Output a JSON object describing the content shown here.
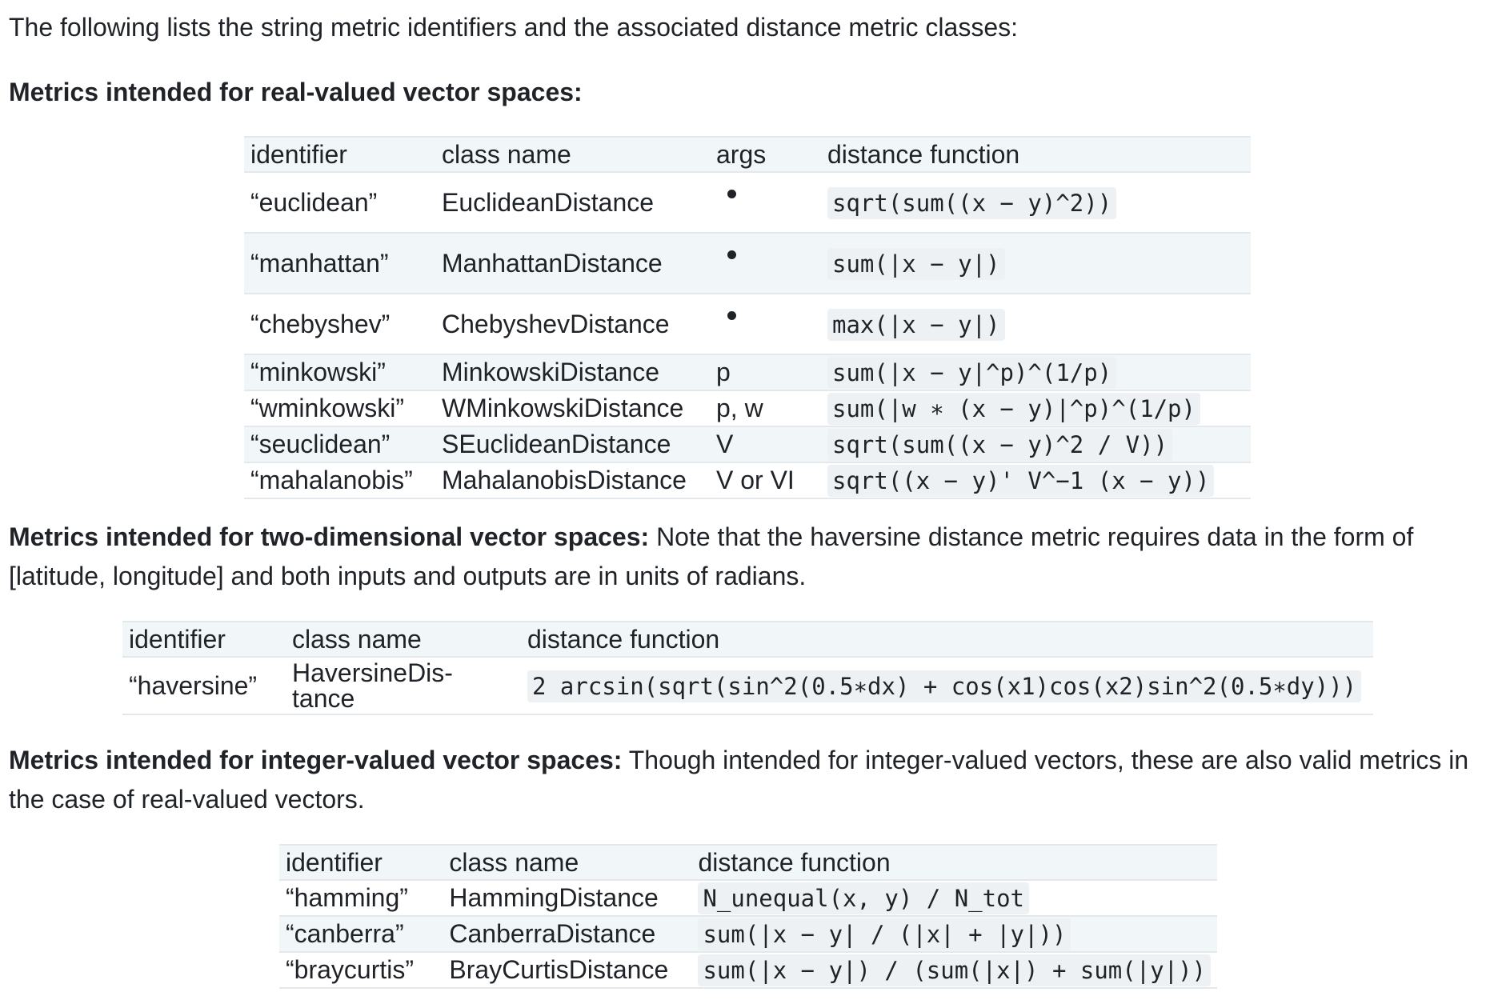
{
  "intro": "The following lists the string metric identifiers and the associated distance metric classes:",
  "real": {
    "heading": "Metrics intended for real-valued vector spaces:",
    "headers": {
      "identifier": "identifier",
      "class": "class name",
      "args": "args",
      "func": "distance function"
    },
    "rows": [
      {
        "id": "“euclidean”",
        "cls": "EuclideanDistance",
        "args": "",
        "func": "sqrt(sum((x − y)^2))"
      },
      {
        "id": "“manhattan”",
        "cls": "ManhattanDistance",
        "args": "",
        "func": "sum(|x − y|)"
      },
      {
        "id": "“chebyshev”",
        "cls": "ChebyshevDistance",
        "args": "",
        "func": "max(|x − y|)"
      },
      {
        "id": "“minkowski”",
        "cls": "MinkowskiDistance",
        "args": "p",
        "func": "sum(|x − y|^p)^(1/p)"
      },
      {
        "id": "“wminkowski”",
        "cls": "WMinkowskiDistance",
        "args": "p, w",
        "func": "sum(|w ∗ (x − y)|^p)^(1/p)"
      },
      {
        "id": "“seuclidean”",
        "cls": "SEuclideanDistance",
        "args": "V",
        "func": "sqrt(sum((x − y)^2 / V))"
      },
      {
        "id": "“mahalanobis”",
        "cls": "MahalanobisDistance",
        "args": "V or VI",
        "func": "sqrt((x − y)' V^−1 (x − y))"
      }
    ]
  },
  "two_d": {
    "heading": "Metrics intended for two-dimensional vector spaces:",
    "note": " Note that the haversine distance metric requires data in the form of [latitude, longitude] and both inputs and outputs are in units of radians.",
    "headers": {
      "identifier": "identifier",
      "class": "class name",
      "func": "distance function"
    },
    "rows": [
      {
        "id": "“haversine”",
        "cls_line1": "HaversineDis-",
        "cls_line2": "tance",
        "func": "2 arcsin(sqrt(sin^2(0.5∗dx) + cos(x1)cos(x2)sin^2(0.5∗dy)))"
      }
    ]
  },
  "integer": {
    "heading": "Metrics intended for integer-valued vector spaces:",
    "note": " Though intended for integer-valued vectors, these are also valid metrics in the case of real-valued vectors.",
    "headers": {
      "identifier": "identifier",
      "class": "class name",
      "func": "distance function"
    },
    "rows": [
      {
        "id": "“hamming”",
        "cls": "HammingDistance",
        "func": "N_unequal(x, y) / N_tot"
      },
      {
        "id": "“canberra”",
        "cls": "CanberraDistance",
        "func": "sum(|x − y| / (|x| + |y|))"
      },
      {
        "id": "“braycurtis”",
        "cls": "BrayCurtisDistance",
        "func": "sum(|x − y|) / (sum(|x|) + sum(|y|))"
      }
    ]
  }
}
